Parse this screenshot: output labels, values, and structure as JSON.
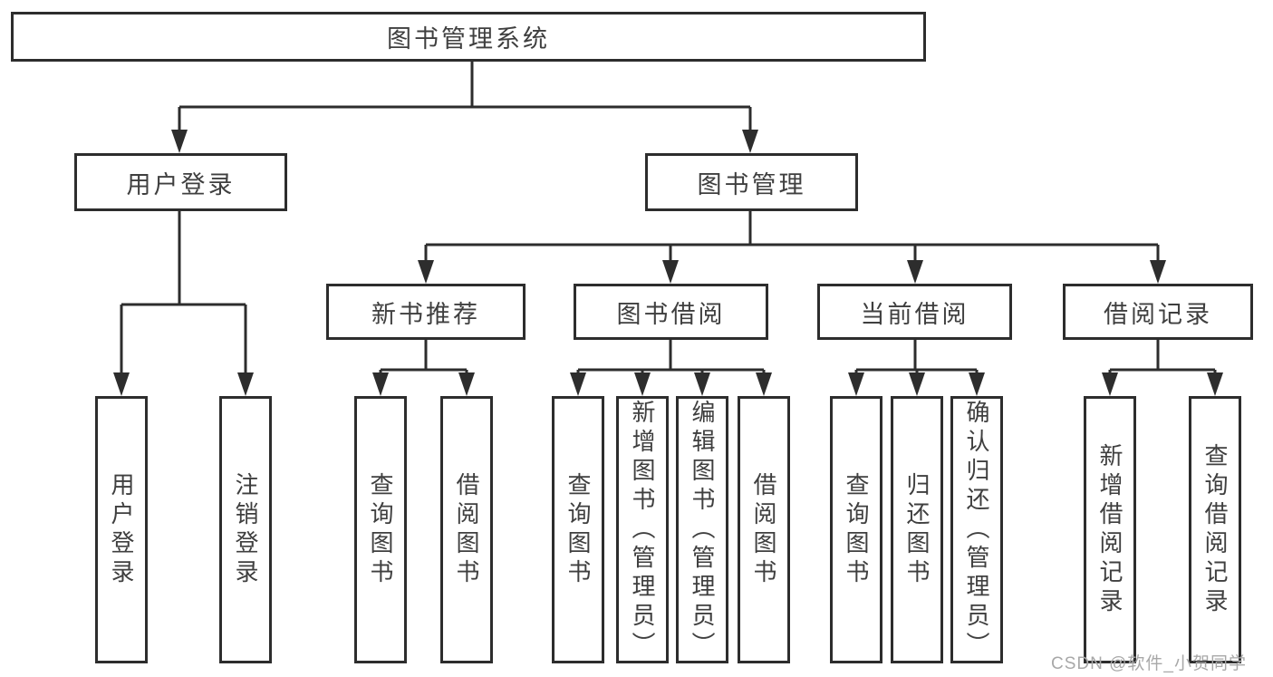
{
  "colors": {
    "line": "#2d2d2d",
    "box_border": "#2d2d2d",
    "text": "#3f3f3f",
    "background": "#ffffff",
    "watermark": "#a8a8a8"
  },
  "watermark": {
    "text": "CSDN @软件_小贺同学"
  },
  "diagram": {
    "root": {
      "label": "图书管理系统"
    },
    "user_login": {
      "label": "用户登录",
      "children": {
        "login": {
          "label": "用户登录"
        },
        "logout": {
          "label": "注销登录"
        }
      }
    },
    "book_management": {
      "label": "图书管理",
      "children": {
        "new_book_recommend": {
          "label": "新书推荐",
          "children": {
            "query_book": {
              "label": "查询图书"
            },
            "borrow_book": {
              "label": "借阅图书"
            }
          }
        },
        "book_borrow": {
          "label": "图书借阅",
          "children": {
            "query_book": {
              "label": "查询图书"
            },
            "add_book_admin": {
              "label": "新增图书（管理员）"
            },
            "edit_book_admin": {
              "label": "编辑图书（管理员）"
            },
            "borrow_book": {
              "label": "借阅图书"
            }
          }
        },
        "current_borrow": {
          "label": "当前借阅",
          "children": {
            "query_book": {
              "label": "查询图书"
            },
            "return_book": {
              "label": "归还图书"
            },
            "confirm_return_admin": {
              "label": "确认归还（管理员）"
            }
          }
        },
        "borrow_records": {
          "label": "借阅记录",
          "children": {
            "add_record": {
              "label": "新增借阅记录"
            },
            "query_record": {
              "label": "查询借阅记录"
            }
          }
        }
      }
    }
  }
}
